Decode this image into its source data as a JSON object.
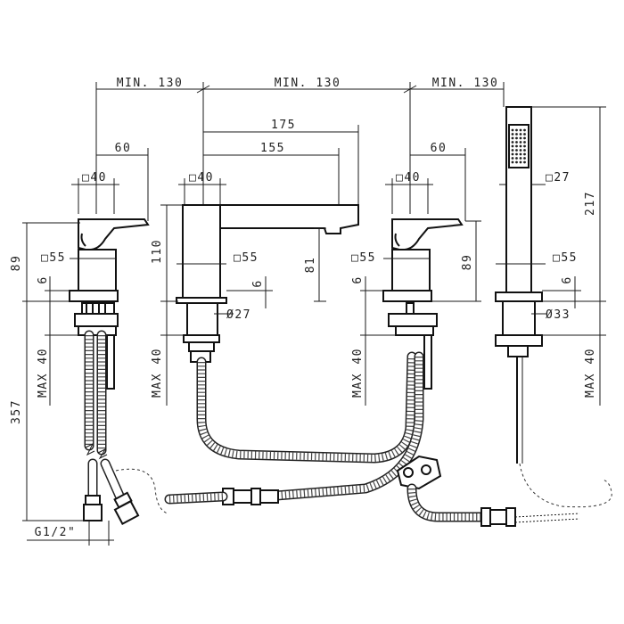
{
  "dimensions": {
    "min_spacing_1": "MIN. 130",
    "min_spacing_2": "MIN. 130",
    "min_spacing_3": "MIN. 130",
    "spout_reach_total": "175",
    "spout_reach_inner": "155",
    "lever_reach_left": "60",
    "lever_reach_right": "60",
    "handle_sq_left": "□40",
    "handle_sq_spout": "□40",
    "handle_sq_right": "□40",
    "shower_sq": "□27",
    "base_sq_left": "□55",
    "base_sq_spout": "□55",
    "base_sq_right_a": "□55",
    "base_sq_right_b": "□55",
    "base_h_left": "6",
    "base_h_spout": "6",
    "base_h_right": "6",
    "base_h_shower": "6",
    "height_left": "89",
    "height_spout": "110",
    "spout_outlet_h": "81",
    "height_right": "89",
    "shower_height": "217",
    "shank_spout": "Ø27",
    "shank_shower": "Ø33",
    "max_left": "MAX 40",
    "max_spout": "MAX 40",
    "max_right": "MAX 40",
    "max_shower": "MAX 40",
    "hose_length": "357",
    "connection": "G1/2\""
  }
}
